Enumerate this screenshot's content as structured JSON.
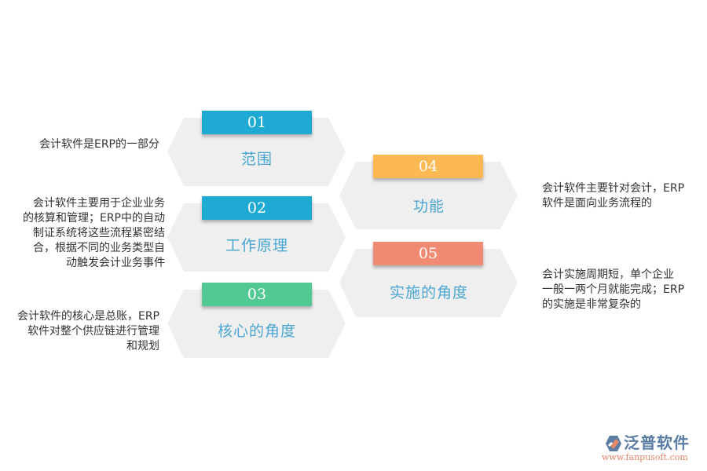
{
  "colors": {
    "hex_fill": "#efefef",
    "title_text": "#4aa6d2",
    "desc_text": "#333333",
    "logo_primary": "#5b7ca3",
    "logo_accent": "#e4876a"
  },
  "items": [
    {
      "number": "01",
      "title": "范围",
      "color": "#1faad3",
      "description": [
        "会计软件是ERP的一部分"
      ]
    },
    {
      "number": "02",
      "title": "工作原理",
      "color": "#1faad3",
      "description": [
        "会计软件主要用于企业业务",
        "的核算和管理；ERP中的自动",
        "制证系统将这些流程紧密结",
        "合，根据不同的业务类型自",
        "动触发会计业务事件"
      ]
    },
    {
      "number": "03",
      "title": "核心的角度",
      "color": "#52c993",
      "description": [
        "会计软件的核心是总账，ERP",
        "软件对整个供应链进行管理",
        "和规划"
      ]
    },
    {
      "number": "04",
      "title": "功能",
      "color": "#fcb852",
      "description": [
        "会计软件主要针对会计，ERP",
        "软件是面向业务流程的"
      ]
    },
    {
      "number": "05",
      "title": "实施的角度",
      "color": "#f08a73",
      "description": [
        "会计实施周期短，单个企业",
        "一般一两个月就能完成；ERP",
        "的实施是非常复杂的"
      ]
    }
  ],
  "logo": {
    "name": "泛普软件",
    "url": "www.fanpusoft.com"
  }
}
